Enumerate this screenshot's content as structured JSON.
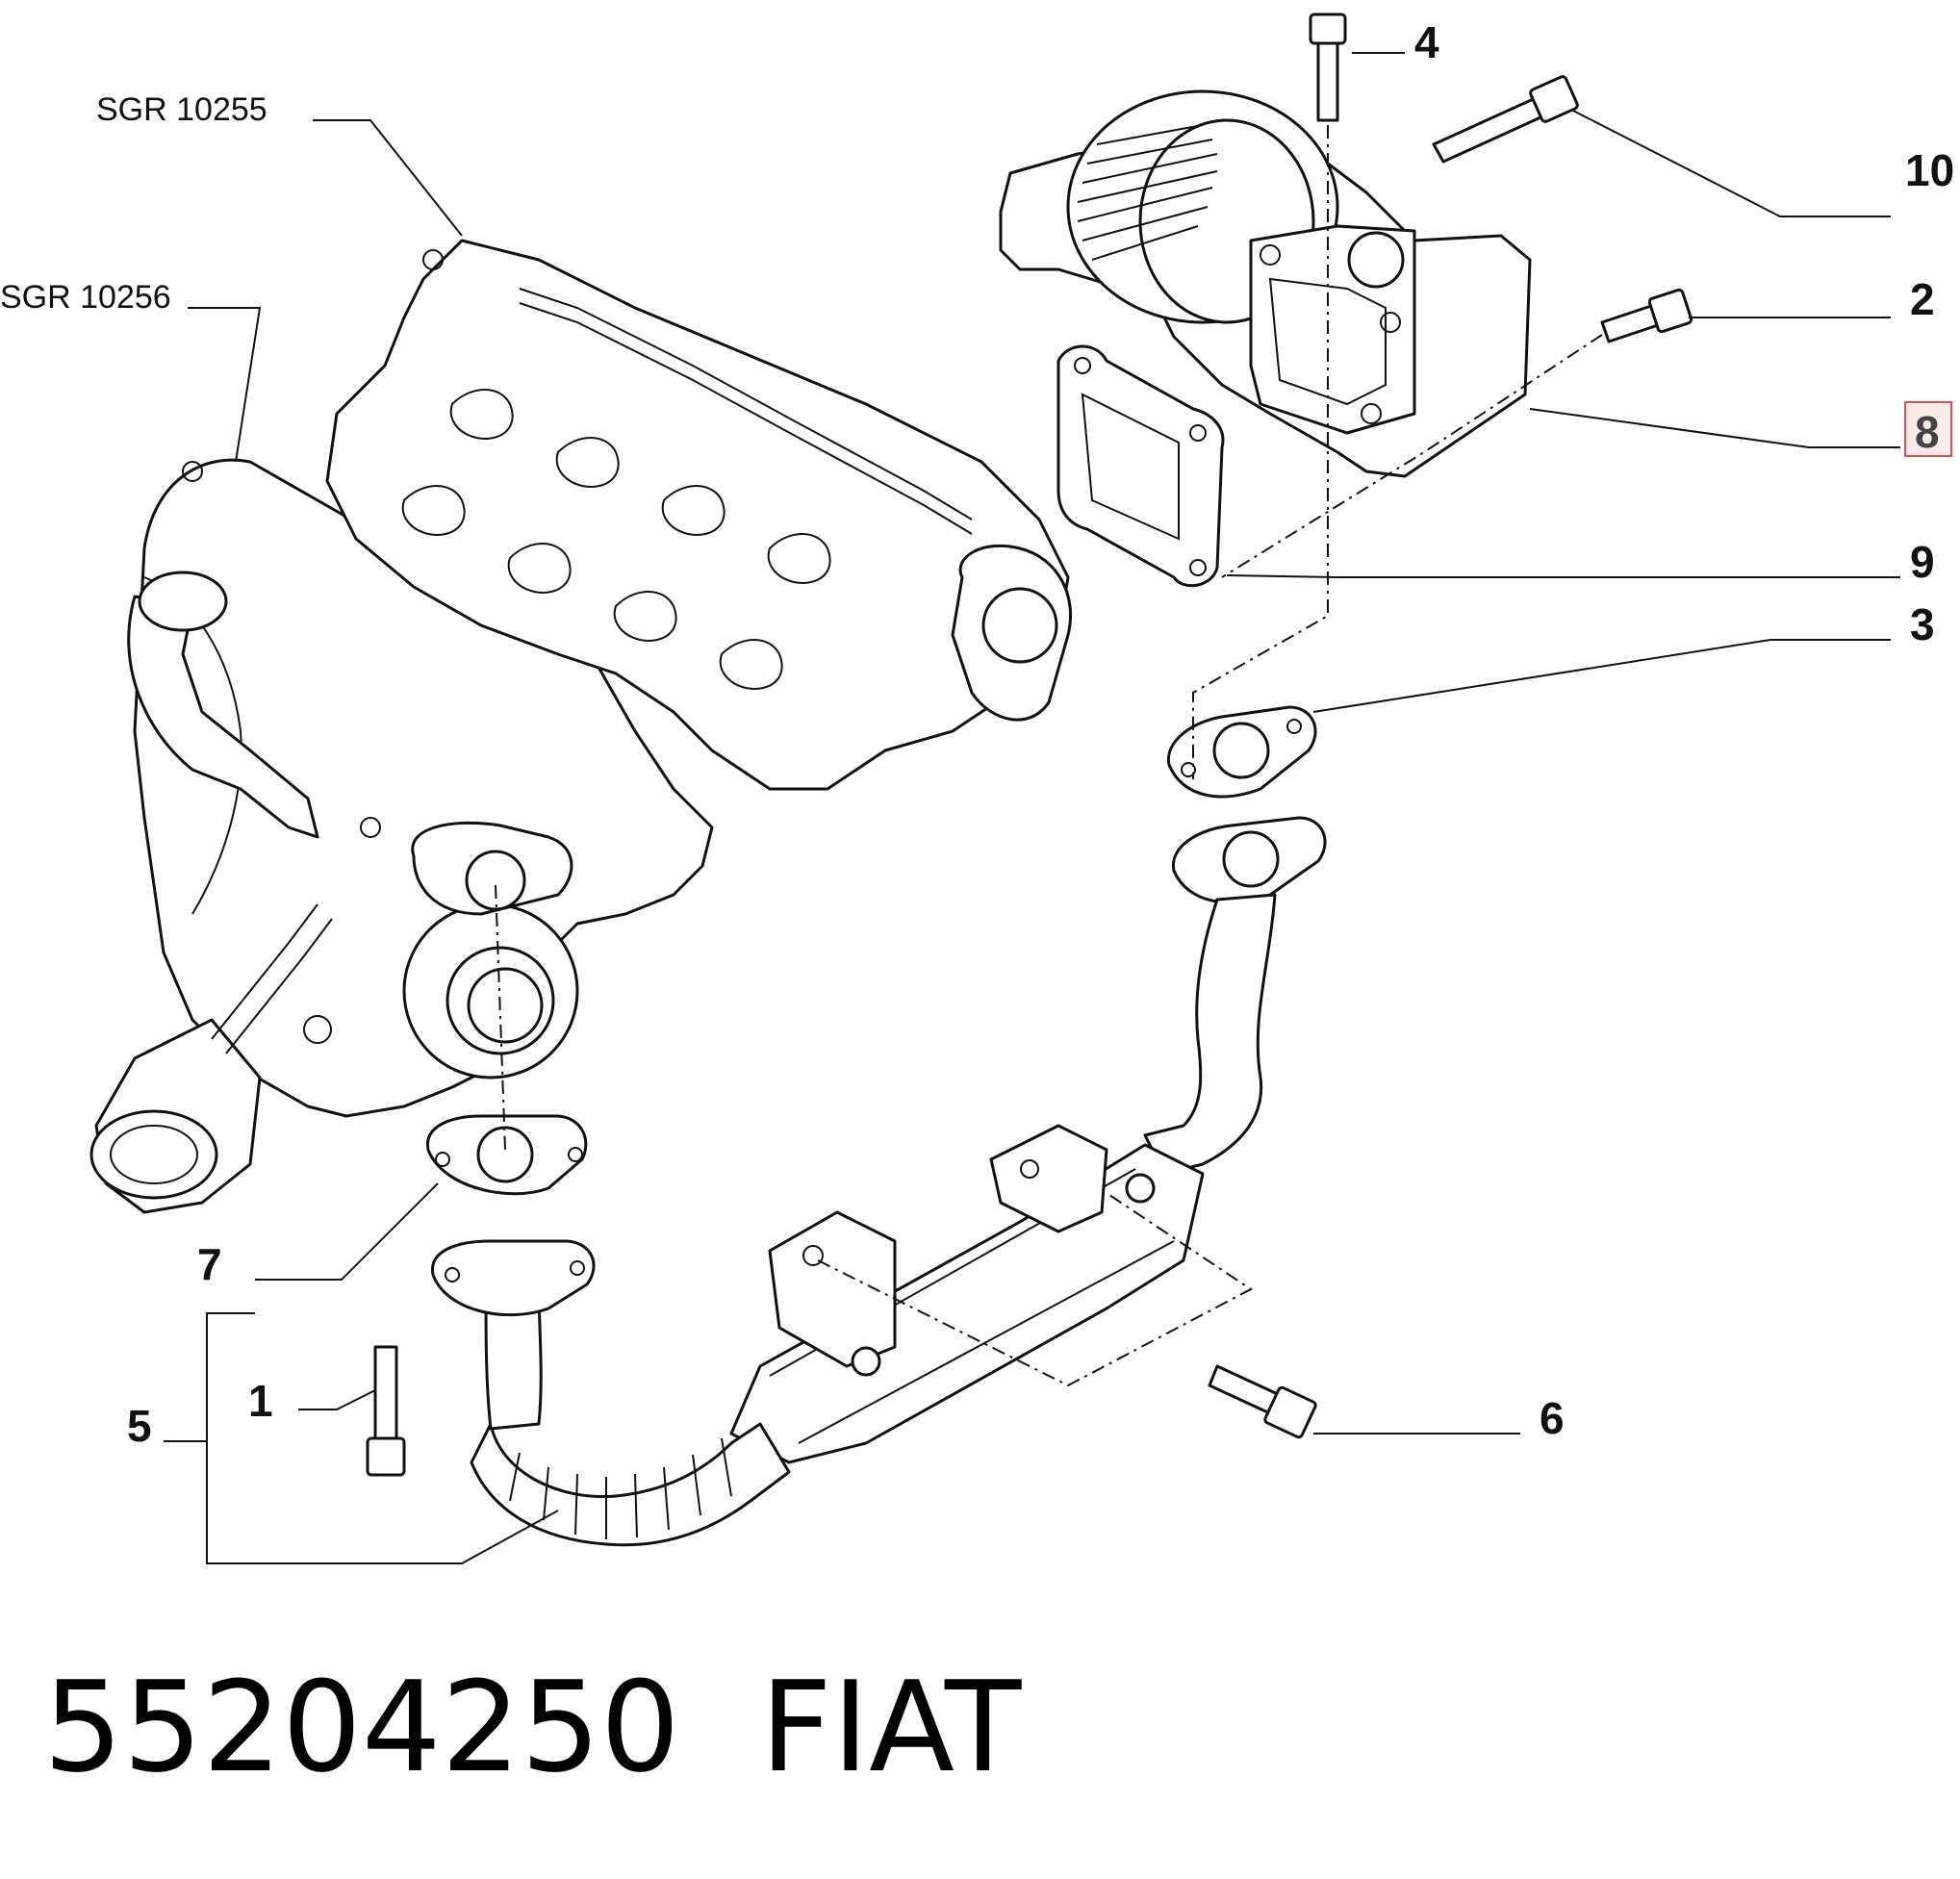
{
  "references": {
    "sgr_10255": "SGR 10255",
    "sgr_10256": "SGR 10256"
  },
  "callouts": {
    "c1": "1",
    "c2": "2",
    "c3": "3",
    "c4": "4",
    "c5": "5",
    "c6": "6",
    "c7": "7",
    "c8": "8",
    "c9": "9",
    "c10": "10"
  },
  "highlighted_callout": "8",
  "highlight_color": "#d9534f",
  "footer": {
    "part_number": "55204250",
    "brand": "FIAT"
  }
}
